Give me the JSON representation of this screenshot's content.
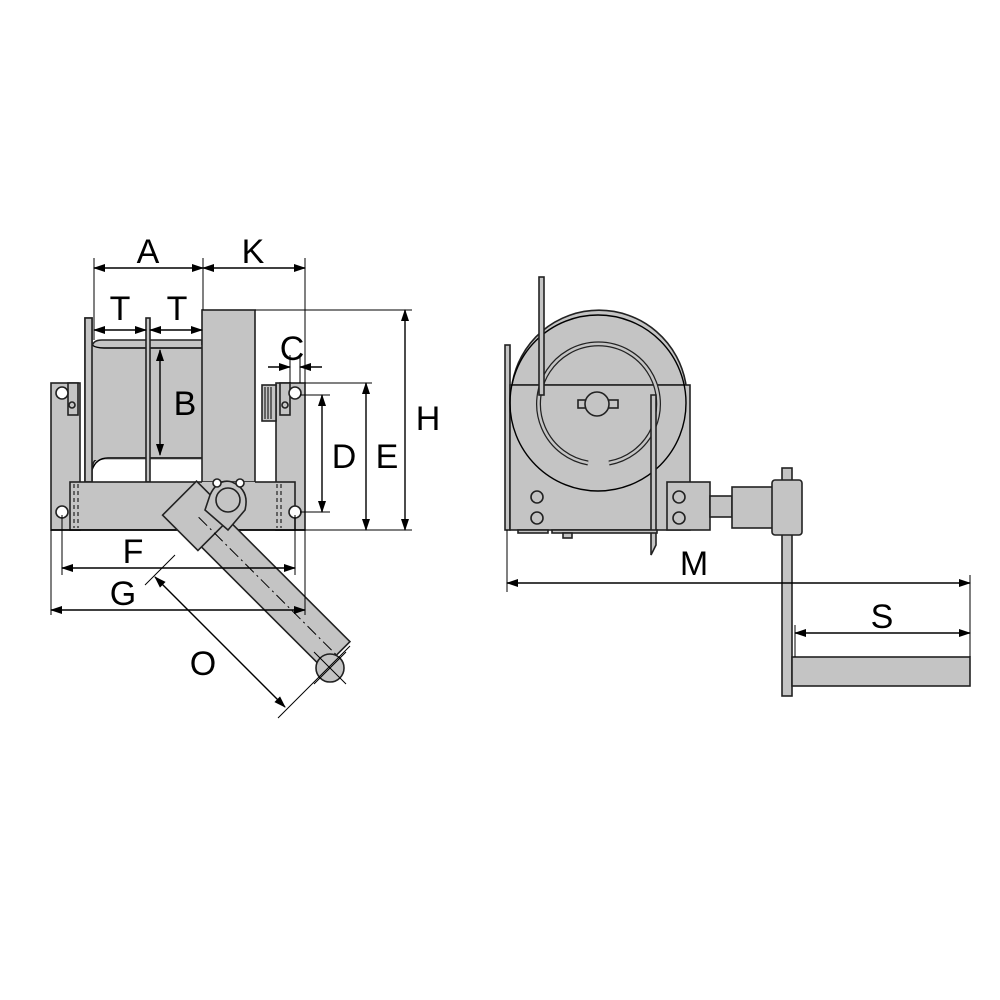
{
  "diagram": {
    "title": "Hand winch dimension drawing",
    "colors": {
      "part_fill": "#c4c4c4",
      "line": "#000000"
    },
    "labels": {
      "A": "A",
      "T1": "T",
      "T2": "T",
      "B": "B",
      "K": "K",
      "C": "C",
      "D": "D",
      "E": "E",
      "H": "H",
      "F": "F",
      "G": "G",
      "O": "O",
      "M": "M",
      "S": "S"
    }
  }
}
